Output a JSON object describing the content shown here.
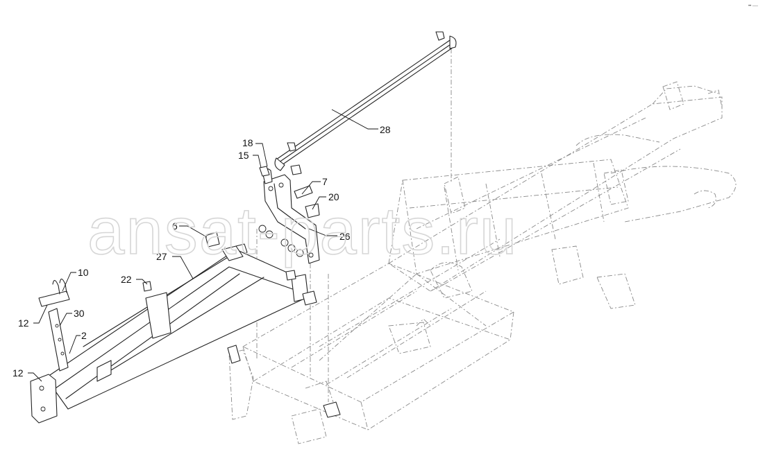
{
  "watermark": {
    "text": "ansat-parts.ru"
  },
  "corner_mark": {
    "text": "•• ----"
  },
  "part_labels": {
    "p28": "28",
    "p18": "18",
    "p15": "15",
    "p7": "7",
    "p20": "20",
    "p6": "6",
    "p26": "26",
    "p27": "27",
    "p10": "10",
    "p22": "22",
    "p30": "30",
    "p12a": "12",
    "p2": "2",
    "p12b": "12"
  }
}
